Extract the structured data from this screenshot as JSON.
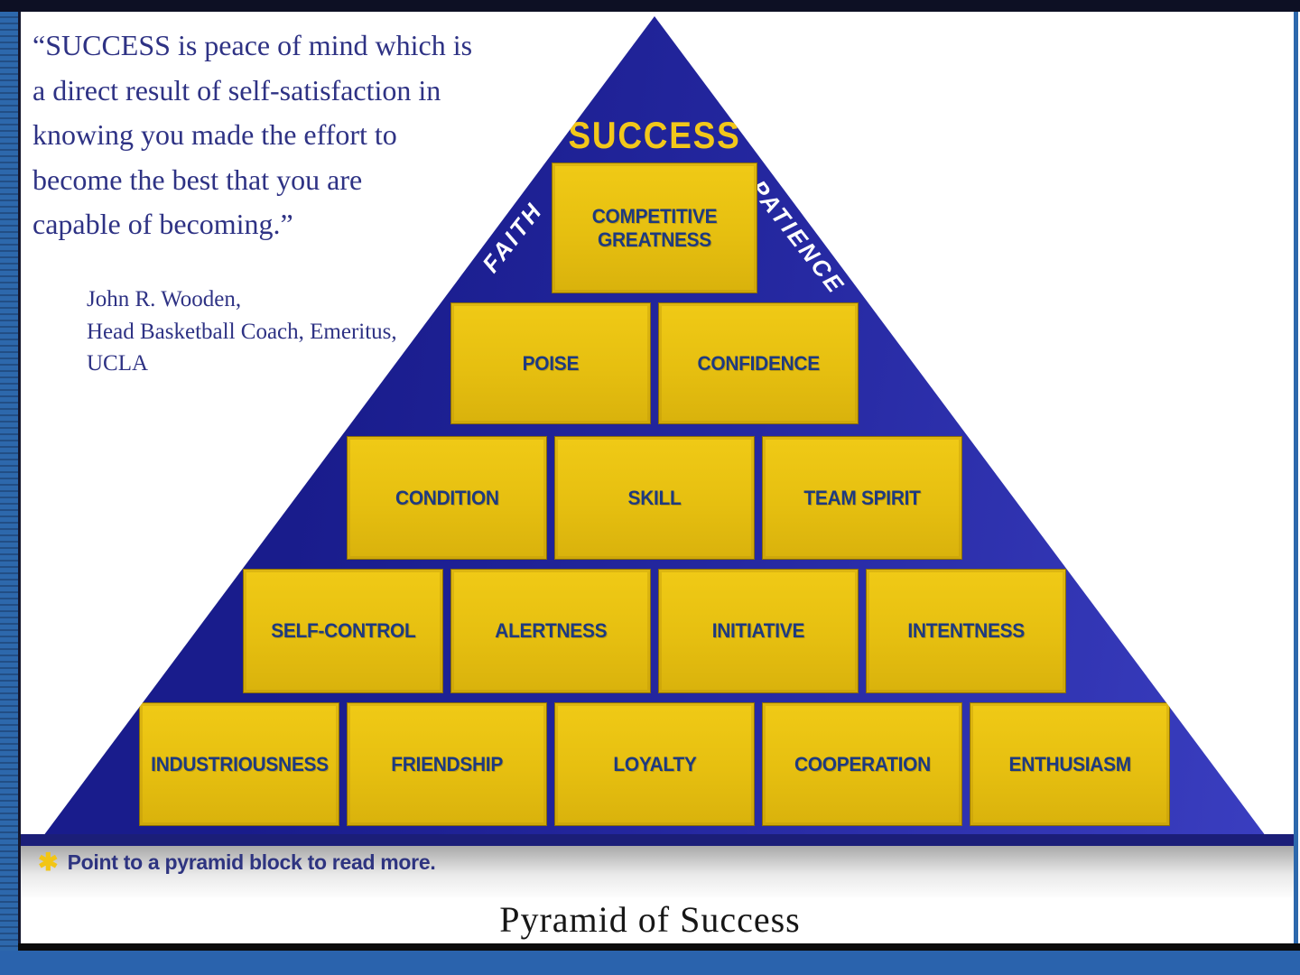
{
  "quote": {
    "text": "“SUCCESS is peace of mind which is\na direct result of self-satisfaction in\nknowing you made the effort to\nbecome the best that you are\ncapable of becoming.”",
    "attribution": "John R. Wooden,\nHead Basketball Coach, Emeritus,\nUCLA"
  },
  "pyramid": {
    "apex_label": "SUCCESS",
    "left_edge_label": "FAITH",
    "right_edge_label": "PATIENCE",
    "rows": [
      {
        "blocks": [
          "COMPETITIVE GREATNESS"
        ]
      },
      {
        "blocks": [
          "POISE",
          "CONFIDENCE"
        ]
      },
      {
        "blocks": [
          "CONDITION",
          "SKILL",
          "TEAM SPIRIT"
        ]
      },
      {
        "blocks": [
          "SELF-CONTROL",
          "ALERTNESS",
          "INITIATIVE",
          "INTENTNESS"
        ]
      },
      {
        "blocks": [
          "INDUSTRIOUSNESS",
          "FRIENDSHIP",
          "LOYALTY",
          "COOPERATION",
          "ENTHUSIASM"
        ]
      }
    ]
  },
  "note": {
    "asterisk": "✱",
    "text": "Point to a pyramid block to read more."
  },
  "caption": "Pyramid of Success",
  "colors": {
    "pyramid_blue": "#24279f",
    "block_gold": "#e6bf10",
    "block_text_blue": "#1e3a80",
    "success_gold": "#f2c71a",
    "edge_label_white": "#ffffff",
    "quote_navy": "#2e3284",
    "frame_stripe_blue": "#2d68ac",
    "bottom_bar_blue": "#2a63ad",
    "asterisk_gold": "#f2c515",
    "hint_text_blue": "#2e3480"
  }
}
